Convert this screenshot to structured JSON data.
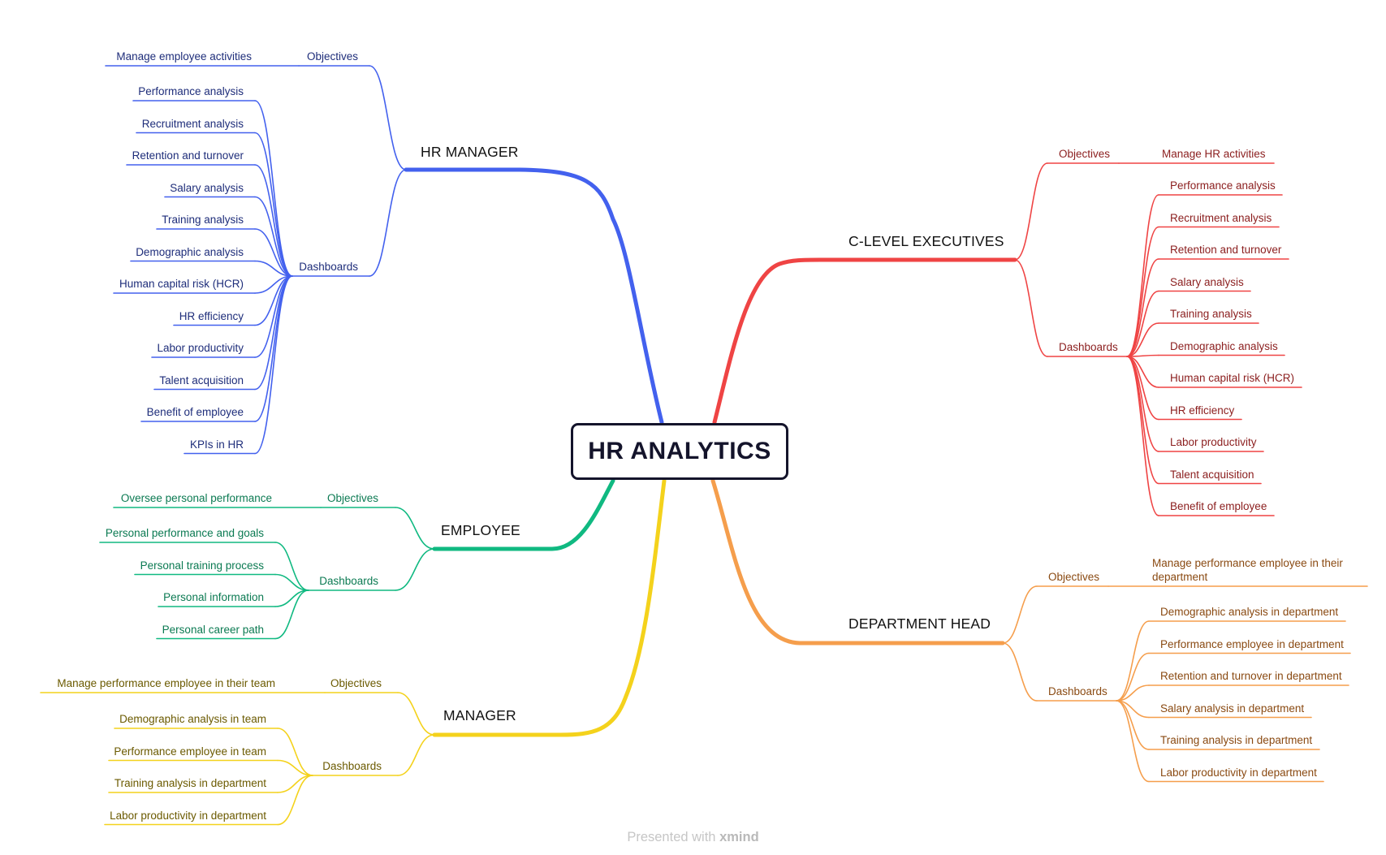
{
  "center": {
    "title": "HR ANALYTICS"
  },
  "colors": {
    "hr_manager": "#4361ee",
    "employee": "#10b981",
    "manager": "#f4d21c",
    "c_level": "#ef4444",
    "department_head": "#f59e4c"
  },
  "branches": {
    "hr_manager": {
      "title": "HR MANAGER",
      "objectives_label": "Objectives",
      "objectives": [
        "Manage employee activities"
      ],
      "dashboards_label": "Dashboards",
      "dashboards": [
        "Performance analysis",
        "Recruitment analysis",
        "Retention and turnover",
        "Salary analysis",
        "Training analysis",
        "Demographic analysis",
        "Human capital risk (HCR)",
        "HR efficiency",
        "Labor productivity",
        "Talent acquisition",
        "Benefit of employee",
        "KPIs in HR"
      ]
    },
    "employee": {
      "title": "EMPLOYEE",
      "objectives_label": "Objectives",
      "objectives": [
        "Oversee personal performance"
      ],
      "dashboards_label": "Dashboards",
      "dashboards": [
        "Personal performance and goals",
        "Personal training process",
        "Personal information",
        "Personal career path"
      ]
    },
    "manager": {
      "title": "MANAGER",
      "objectives_label": "Objectives",
      "objectives": [
        "Manage performance employee in their team"
      ],
      "dashboards_label": "Dashboards",
      "dashboards": [
        "Demographic analysis in team",
        "Performance employee in team",
        "Training analysis in department",
        "Labor productivity in department"
      ]
    },
    "c_level": {
      "title": "C-LEVEL EXECUTIVES",
      "objectives_label": "Objectives",
      "objectives": [
        "Manage HR activities"
      ],
      "dashboards_label": "Dashboards",
      "dashboards": [
        "Performance analysis",
        "Recruitment analysis",
        "Retention and turnover",
        "Salary analysis",
        "Training analysis",
        "Demographic analysis",
        "Human capital risk (HCR)",
        "HR efficiency",
        "Labor productivity",
        "Talent acquisition",
        "Benefit of employee"
      ]
    },
    "department_head": {
      "title": "DEPARTMENT HEAD",
      "objectives_label": "Objectives",
      "objectives": [
        "Manage performance employee in their department"
      ],
      "dashboards_label": "Dashboards",
      "dashboards": [
        "Demographic analysis in department",
        "Performance employee in department",
        "Retention and turnover in department",
        "Salary analysis in department",
        "Training analysis in department",
        "Labor productivity in department"
      ]
    }
  },
  "footer": {
    "prefix": "Presented with",
    "brand": "xmind"
  }
}
